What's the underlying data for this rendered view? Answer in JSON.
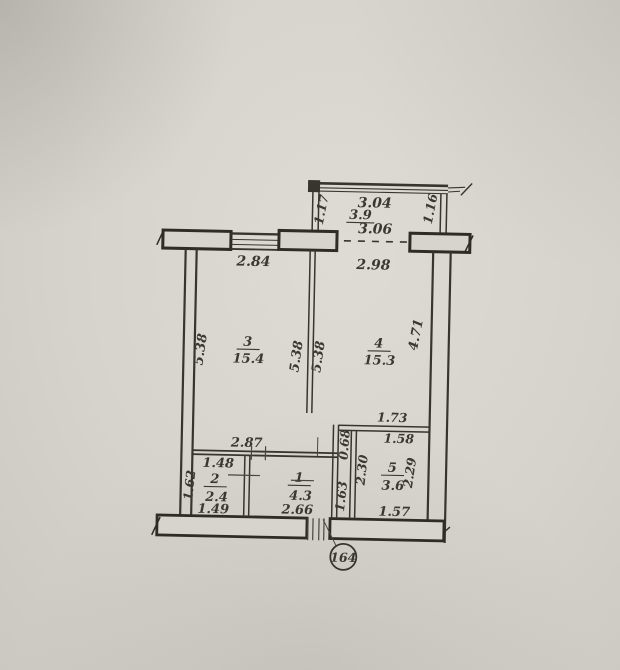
{
  "colors": {
    "ink": "#38342e",
    "ink_thin": "#4a463f",
    "paper": "#d7d4cd"
  },
  "plan": {
    "unit_number": "164",
    "balcony": {
      "dim_top": "3.04",
      "area": "3.9",
      "dim_bottom": "3.06",
      "dim_left": "1.17",
      "dim_right": "1.16",
      "opening_dim": "2.98"
    },
    "window_dim": "2.84",
    "room1": {
      "number": "1",
      "area": "4.3",
      "dim_top": "2.87",
      "dim_bottom": "2.66",
      "dim_duct": "0.68",
      "dim_right": "1.63"
    },
    "room2": {
      "number": "2",
      "area": "2.4",
      "dim_top": "1.48",
      "dim_bottom": "1.49",
      "dim_left": "1.62"
    },
    "room3": {
      "number": "3",
      "area": "15.4",
      "dim_left": "5.38",
      "dim_mid_a": "5.38",
      "dim_mid_b": "5.38"
    },
    "room4": {
      "number": "4",
      "area": "15.3",
      "dim_right": "4.71",
      "dim_bottom_a": "1.73",
      "dim_bottom_b": "1.58"
    },
    "room5": {
      "number": "5",
      "area": "3.6",
      "dim_left": "2.30",
      "dim_right": "2.29",
      "dim_bottom": "1.57"
    }
  }
}
